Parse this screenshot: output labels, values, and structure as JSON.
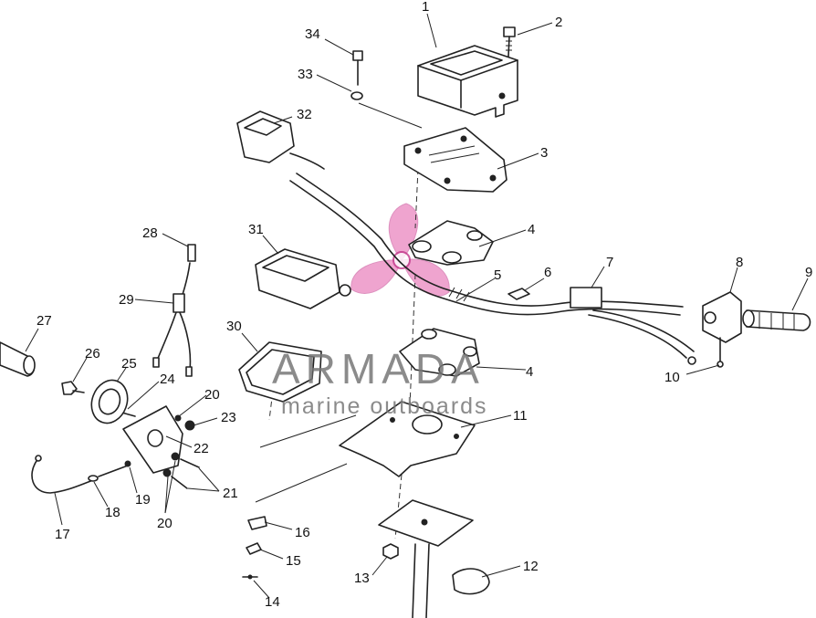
{
  "watermark": {
    "brand": "ARMADA",
    "tagline": "marine outboards",
    "logo_color": "#e25aa8"
  },
  "parts": [
    {
      "id": "p1",
      "number": "1"
    },
    {
      "id": "p2",
      "number": "2"
    },
    {
      "id": "p3",
      "number": "3"
    },
    {
      "id": "p4a",
      "number": "4"
    },
    {
      "id": "p4b",
      "number": "4"
    },
    {
      "id": "p5",
      "number": "5"
    },
    {
      "id": "p6",
      "number": "6"
    },
    {
      "id": "p7",
      "number": "7"
    },
    {
      "id": "p8",
      "number": "8"
    },
    {
      "id": "p9",
      "number": "9"
    },
    {
      "id": "p10",
      "number": "10"
    },
    {
      "id": "p11",
      "number": "11"
    },
    {
      "id": "p12",
      "number": "12"
    },
    {
      "id": "p13",
      "number": "13"
    },
    {
      "id": "p14",
      "number": "14"
    },
    {
      "id": "p15",
      "number": "15"
    },
    {
      "id": "p16",
      "number": "16"
    },
    {
      "id": "p17",
      "number": "17"
    },
    {
      "id": "p18",
      "number": "18"
    },
    {
      "id": "p19",
      "number": "19"
    },
    {
      "id": "p20a",
      "number": "20"
    },
    {
      "id": "p20b",
      "number": "20"
    },
    {
      "id": "p21",
      "number": "21"
    },
    {
      "id": "p22",
      "number": "22"
    },
    {
      "id": "p23",
      "number": "23"
    },
    {
      "id": "p24",
      "number": "24"
    },
    {
      "id": "p25",
      "number": "25"
    },
    {
      "id": "p26",
      "number": "26"
    },
    {
      "id": "p27",
      "number": "27"
    },
    {
      "id": "p28",
      "number": "28"
    },
    {
      "id": "p29",
      "number": "29"
    },
    {
      "id": "p30",
      "number": "30"
    },
    {
      "id": "p31",
      "number": "31"
    },
    {
      "id": "p32",
      "number": "32"
    },
    {
      "id": "p33",
      "number": "33"
    },
    {
      "id": "p34",
      "number": "34"
    }
  ]
}
